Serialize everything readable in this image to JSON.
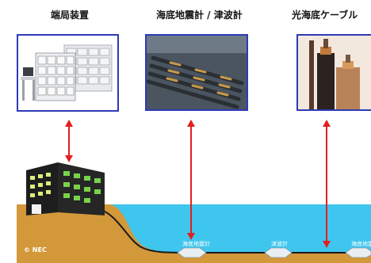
{
  "titles": {
    "terminal": "端局装置",
    "seismometer": "海底地震計 / 津波計",
    "cable": "光海底ケーブル"
  },
  "labels": {
    "sensor_seismometer": "海底地震計",
    "sensor_tsunami": "津波計",
    "sensor_right": "海底地震"
  },
  "copyright": "© NEC",
  "colors": {
    "frame": "#2d3bb8",
    "arrow": "#e0201e",
    "sea": "#3ec6ee",
    "ground": "#d3983a",
    "cable": "#1a1a1a"
  }
}
